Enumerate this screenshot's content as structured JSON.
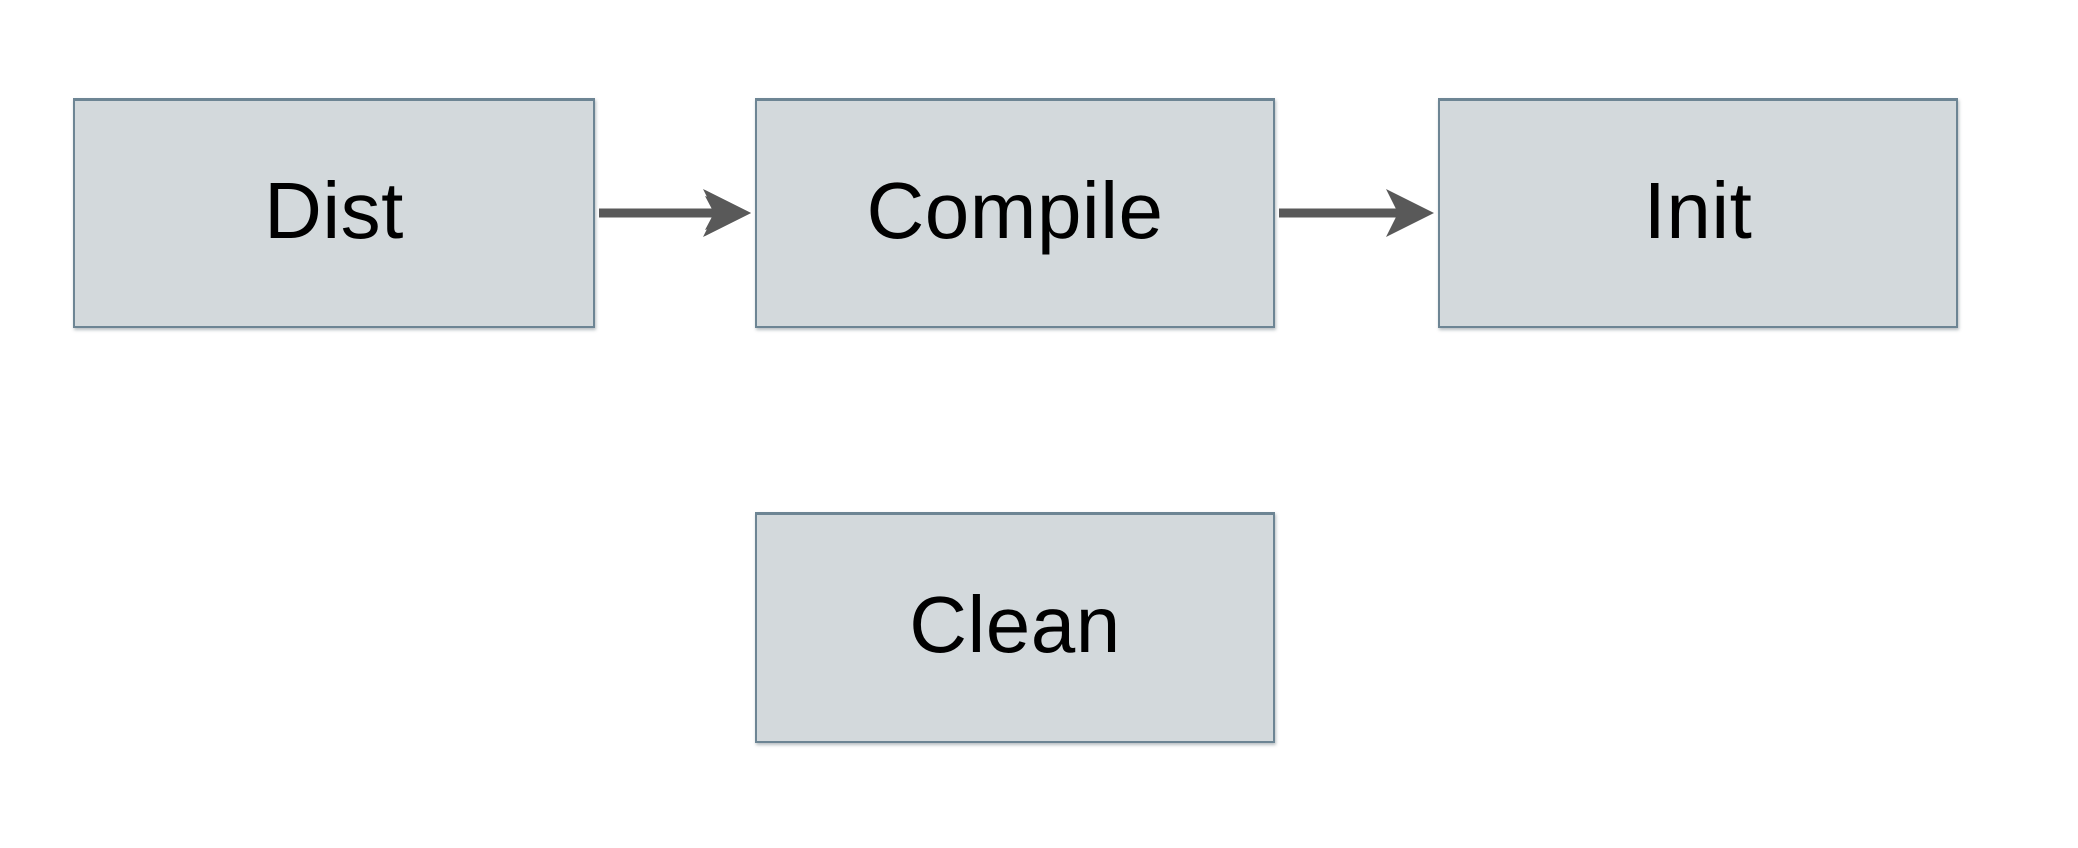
{
  "diagram": {
    "canvas": {
      "background": "#ffffff"
    },
    "style": {
      "node_fill": "#d3d9dc",
      "node_border": "#6d8594",
      "arrow_color": "#595959",
      "text_color": "#000000"
    },
    "nodes": [
      {
        "id": "dist",
        "label": "Dist"
      },
      {
        "id": "compile",
        "label": "Compile"
      },
      {
        "id": "init",
        "label": "Init"
      },
      {
        "id": "clean",
        "label": "Clean"
      }
    ],
    "edges": [
      {
        "from": "Dist",
        "to": "Compile",
        "direction": "right"
      },
      {
        "from": "Compile",
        "to": "Init",
        "direction": "right"
      }
    ]
  }
}
